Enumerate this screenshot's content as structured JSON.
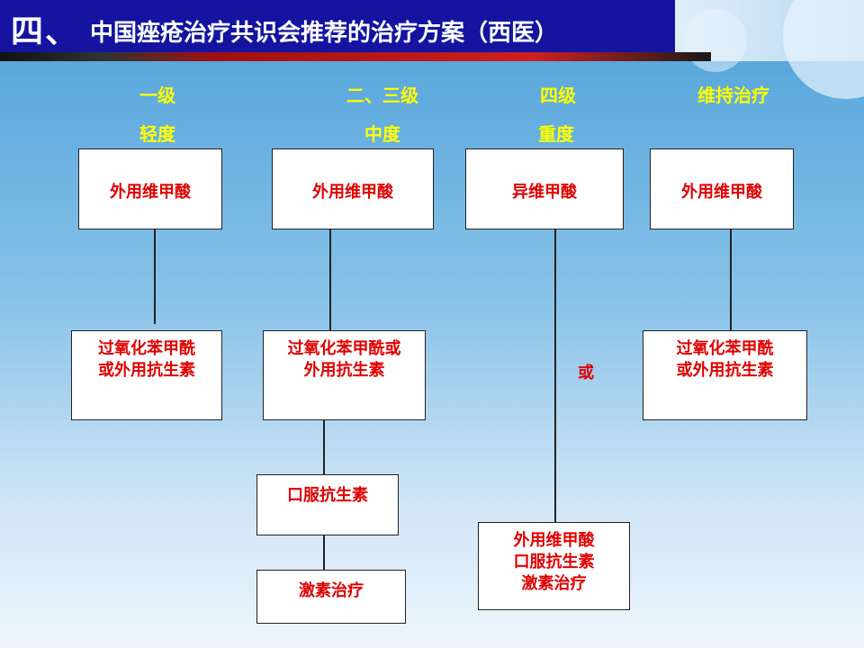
{
  "header": {
    "number": "四、",
    "title": "中国痤疮治疗共识会推荐的治疗方案（西医）"
  },
  "columns": [
    {
      "level": "一级",
      "severity": "轻度",
      "first": "外用维甲酸",
      "second": "过氧化苯甲酰\n或外用抗生素"
    },
    {
      "level": "二、三级",
      "severity": "中度",
      "first": "外用维甲酸",
      "second": "过氧化苯甲酰或\n外用抗生素",
      "third": "口服抗生素",
      "fourth": "激素治疗"
    },
    {
      "level": "四级",
      "severity": "重度",
      "first": "异维甲酸",
      "connector": "或",
      "second": "外用维甲酸\n口服抗生素\n激素治疗"
    },
    {
      "level": "维持治疗",
      "first": "外用维甲酸",
      "second": "过氧化苯甲酰\n或外用抗生素"
    }
  ]
}
